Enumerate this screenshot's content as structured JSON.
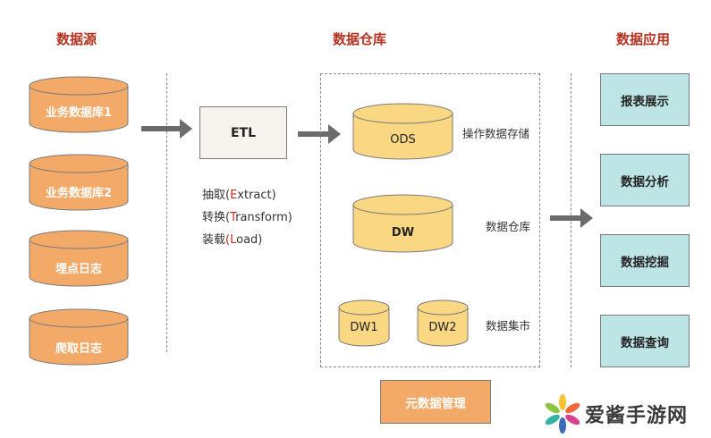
{
  "sections": {
    "source_title": "数据源",
    "warehouse_title": "数据仓库",
    "application_title": "数据应用"
  },
  "sources": [
    {
      "label": "业务数据库1"
    },
    {
      "label": "业务数据库2"
    },
    {
      "label": "埋点日志"
    },
    {
      "label": "爬取日志"
    }
  ],
  "etl": {
    "label": "ETL",
    "steps": [
      {
        "prefix": "抽取(",
        "highlight": "E",
        "rest": "xtract)"
      },
      {
        "prefix": "转换(",
        "highlight": "T",
        "rest": "ransform)"
      },
      {
        "prefix": "装载",
        "highlight": "(L",
        "rest": "oad)"
      }
    ]
  },
  "warehouse": {
    "ods": {
      "label": "ODS",
      "description": "操作数据存储"
    },
    "dw": {
      "label": "DW",
      "description": "数据仓库"
    },
    "marts": [
      {
        "label": "DW1"
      },
      {
        "label": "DW2"
      }
    ],
    "marts_description": "数据集市"
  },
  "applications": [
    {
      "label": "报表展示"
    },
    {
      "label": "数据分析"
    },
    {
      "label": "数据挖掘"
    },
    {
      "label": "数据查询"
    }
  ],
  "metadata": {
    "label": "元数据管理"
  },
  "brand": {
    "name": "爱酱手游网"
  },
  "colors": {
    "title_red": "#b5301f",
    "source_orange": "#f3aa69",
    "warehouse_yellow": "#fad883",
    "app_cyan": "#bde5e6",
    "arrow_gray": "#6b6b6b"
  }
}
